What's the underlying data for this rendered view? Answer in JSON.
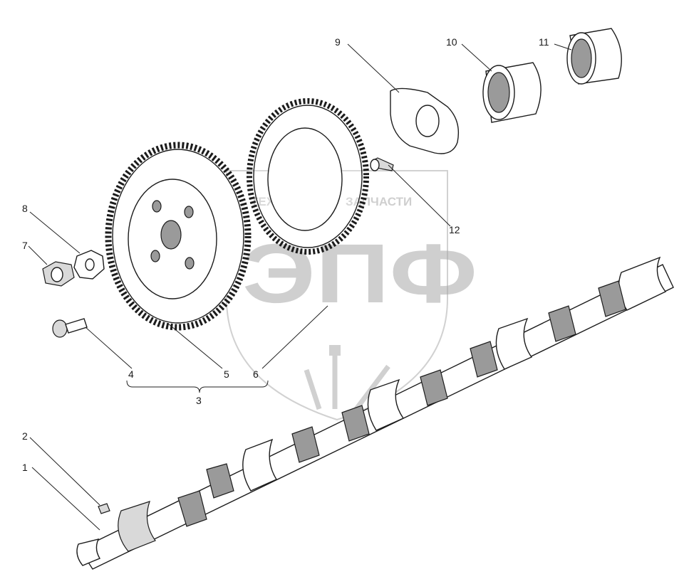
{
  "watermark": {
    "top_text": "ТЕХНИКА",
    "top_text_right": "ЗАПЧАСТИ",
    "logo_text": "ЭПФ"
  },
  "callouts": [
    {
      "id": "1",
      "label": "1"
    },
    {
      "id": "2",
      "label": "2"
    },
    {
      "id": "3",
      "label": "3"
    },
    {
      "id": "4",
      "label": "4"
    },
    {
      "id": "5",
      "label": "5"
    },
    {
      "id": "6",
      "label": "6"
    },
    {
      "id": "7",
      "label": "7"
    },
    {
      "id": "8",
      "label": "8"
    },
    {
      "id": "9",
      "label": "9"
    },
    {
      "id": "10",
      "label": "10"
    },
    {
      "id": "11",
      "label": "11"
    },
    {
      "id": "12",
      "label": "12"
    }
  ]
}
